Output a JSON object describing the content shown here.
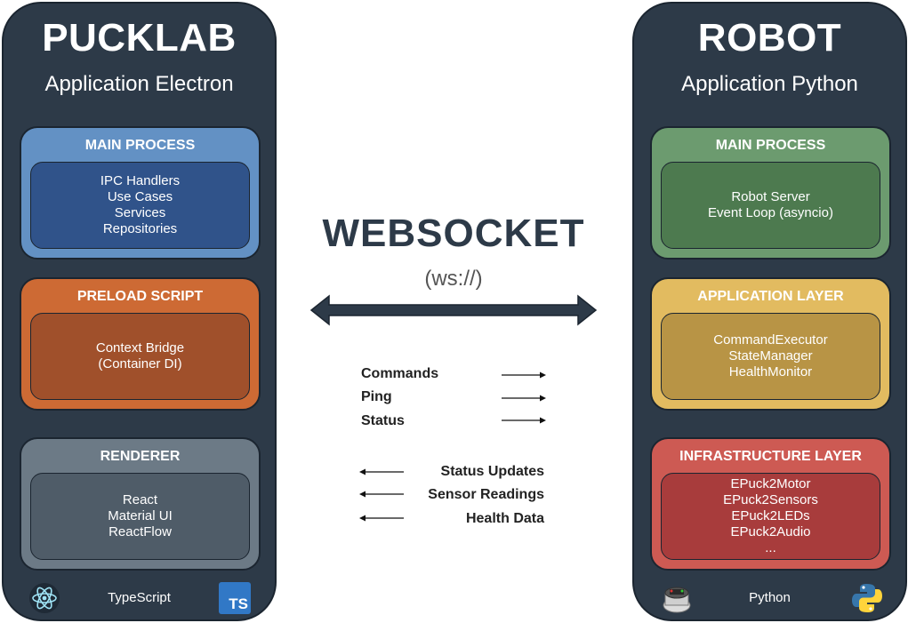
{
  "left": {
    "title": "PUCKLAB",
    "subtitle": "Application Electron",
    "boxes": [
      {
        "header": "MAIN PROCESS",
        "items": [
          "IPC Handlers",
          "Use Cases",
          "Services",
          "Repositories"
        ]
      },
      {
        "header": "PRELOAD SCRIPT",
        "items": [
          "Context Bridge",
          "(Container DI)"
        ]
      },
      {
        "header": "RENDERER",
        "items": [
          "React",
          "Material UI",
          "ReactFlow"
        ]
      }
    ],
    "footer": {
      "label": "TypeScript",
      "left_icon": "electron-logo-icon",
      "right_icon": "typescript-logo-icon",
      "ts_badge": "TS"
    }
  },
  "right": {
    "title": "ROBOT",
    "subtitle": "Application Python",
    "boxes": [
      {
        "header": "MAIN PROCESS",
        "items": [
          "Robot Server",
          "Event Loop (asyncio)"
        ]
      },
      {
        "header": "APPLICATION LAYER",
        "items": [
          "CommandExecutor",
          "StateManager",
          "HealthMonitor"
        ]
      },
      {
        "header": "INFRASTRUCTURE LAYER",
        "items": [
          "EPuck2Motor",
          "EPuck2Sensors",
          "EPuck2LEDs",
          "EPuck2Audio",
          "..."
        ]
      }
    ],
    "footer": {
      "label": "Python",
      "left_icon": "epuck-robot-icon",
      "right_icon": "python-logo-icon"
    }
  },
  "websocket": {
    "title": "WEBSOCKET",
    "protocol": "(ws://)",
    "outgoing": [
      "Commands",
      "Ping",
      "Status"
    ],
    "incoming": [
      "Status Updates",
      "Sensor Readings",
      "Health Data"
    ]
  },
  "colors": {
    "panel": "#2d3a48",
    "left_main_outer": "#6391c4",
    "left_main_inner": "#30538a",
    "left_preload_outer": "#cd6a34",
    "left_preload_inner": "#a0502b",
    "left_renderer_outer": "#6c7a86",
    "left_renderer_inner": "#4f5c68",
    "right_main_outer": "#6c9b6f",
    "right_main_inner": "#4d7a4f",
    "right_app_outer": "#e2bb60",
    "right_app_inner": "#b89445",
    "right_infra_outer": "#cd5a53",
    "right_infra_inner": "#a83c3c",
    "ws_arrow": "#2d3a48"
  }
}
